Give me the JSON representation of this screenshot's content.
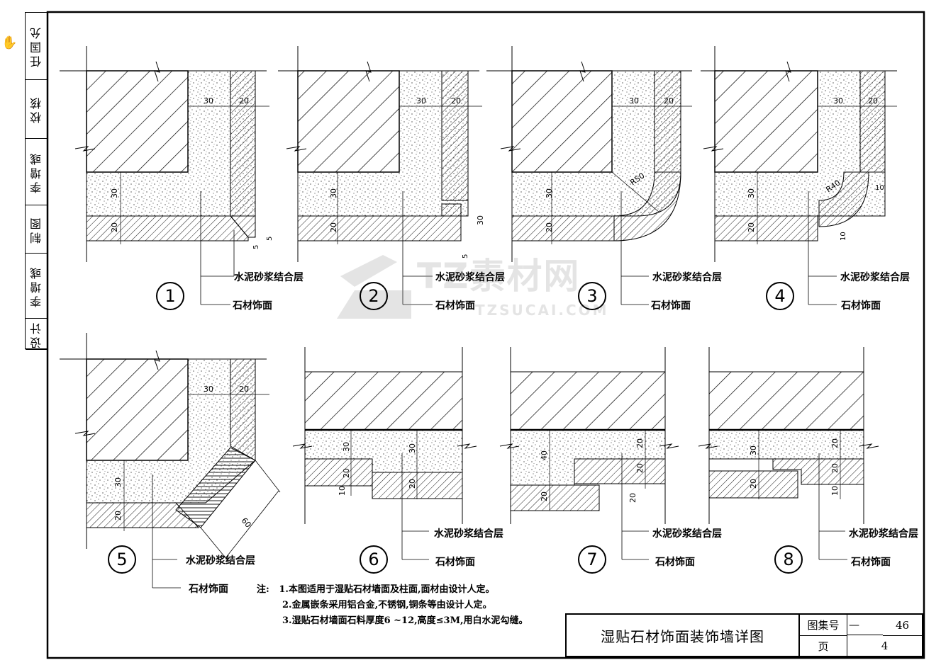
{
  "signature_column": [
    "设计",
    "李增彧",
    "制图",
    "李增彧",
    "校核",
    "任国允"
  ],
  "callouts": {
    "mortar": "水泥砂浆结合层",
    "stone": "石材饰面"
  },
  "details": [
    "1",
    "2",
    "3",
    "4",
    "5",
    "6",
    "7",
    "8"
  ],
  "dims": {
    "d1": [
      "30",
      "20",
      "30",
      "20",
      "5",
      "5"
    ],
    "d2": [
      "30",
      "20",
      "30",
      "20",
      "30",
      "5"
    ],
    "d3": [
      "30",
      "20",
      "30",
      "20",
      "R50"
    ],
    "d4": [
      "30",
      "20",
      "30",
      "20",
      "R40",
      "10",
      "10"
    ],
    "d5": [
      "30",
      "20",
      "30",
      "20",
      "60"
    ],
    "d6": [
      "30",
      "20",
      "10",
      "30",
      "20"
    ],
    "d7": [
      "40",
      "20",
      "20",
      "20",
      "20"
    ],
    "d8": [
      "30",
      "20",
      "10",
      "20",
      "20"
    ]
  },
  "notes": {
    "label": "注:",
    "items": [
      "1.本图适用于湿贴石材墙面及柱面,面材由设计人定。",
      "2.金属嵌条采用铝合金,不锈钢,铜条等由设计人定。",
      "3.湿贴石材墙面石料厚度6 ~12,高度≤3M,用白水泥勾缝。"
    ]
  },
  "title_block": {
    "title": "湿贴石材饰面装饰墙详图",
    "atlas_label": "图集号",
    "atlas_value": "—",
    "atlas_number": "46",
    "page_label": "页",
    "page_value": "4"
  },
  "watermark": {
    "main": "TZ素材网",
    "sub": "TZSUCAI.COM"
  }
}
